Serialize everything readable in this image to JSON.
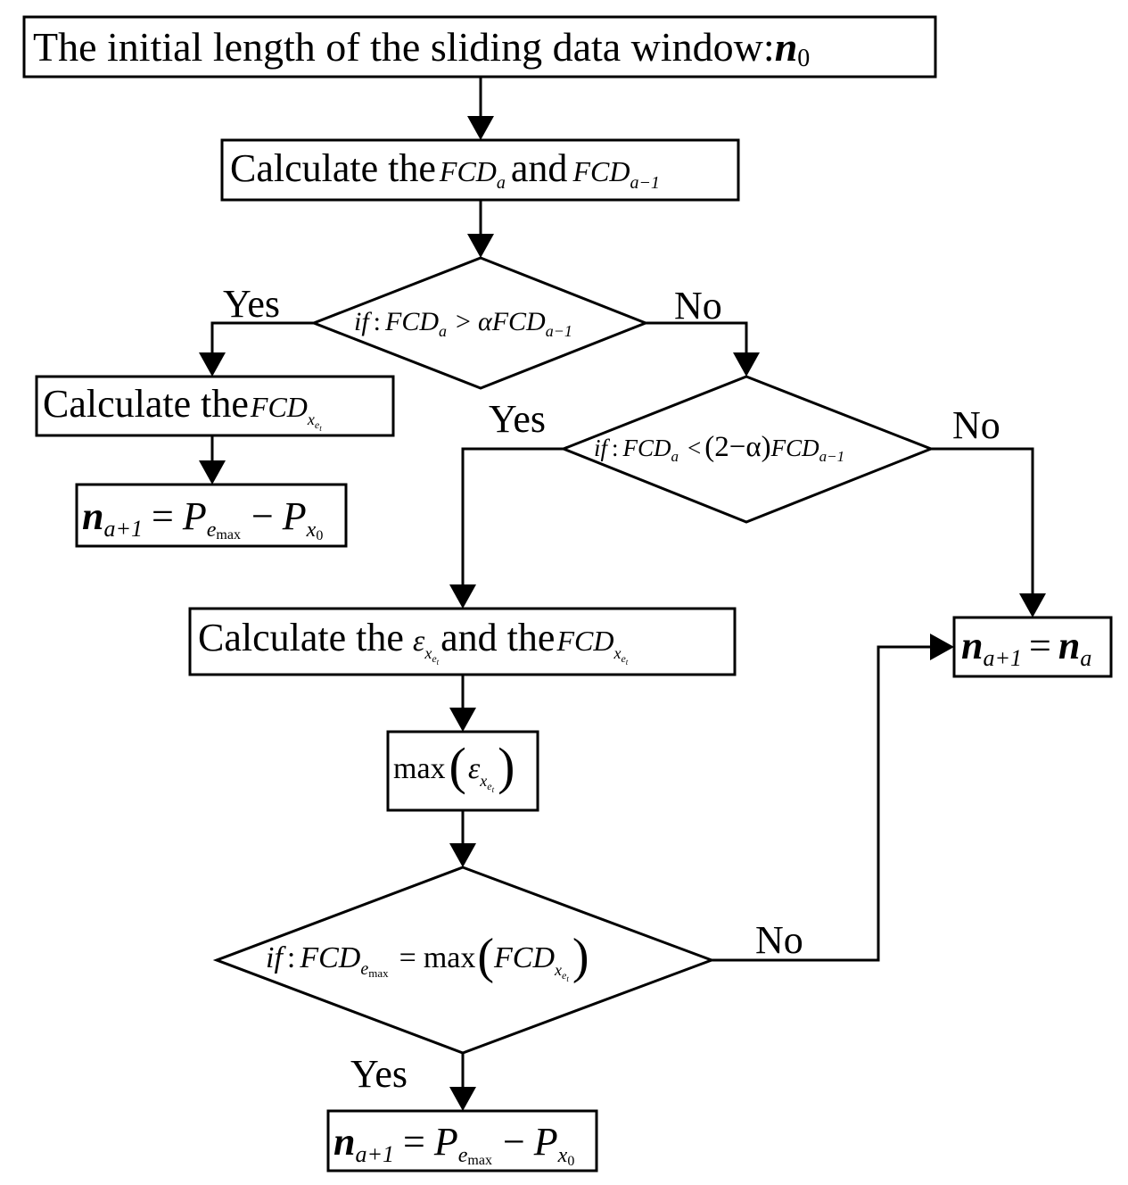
{
  "nodes": {
    "start": {
      "text": "The initial length of the sliding data window:",
      "var": "n",
      "sub": "0"
    },
    "calc1": {
      "pre": "Calculate the",
      "fcd": "FCD",
      "sub_a": "a",
      "and": "and",
      "sub_a1": "a−1"
    },
    "d1": {
      "if": "if",
      "colon": ":",
      "fcd": "FCD",
      "sub_a": "a",
      "op": ">",
      "alpha": "α",
      "sub_a1": "a−1"
    },
    "calc_left": {
      "pre": "Calculate the",
      "fcd": "FCD",
      "sub_x": "x",
      "sub_e": "e",
      "sub_t": "t"
    },
    "n_left": {
      "n": "n",
      "sub_a1": "a+1",
      "eq": "=",
      "P": "P",
      "sub_e": "e",
      "sub_max": "max",
      "minus": "−",
      "sub_x": "x",
      "sub_0": "0"
    },
    "d2": {
      "if": "if",
      "colon": ":",
      "fcd": "FCD",
      "sub_a": "a",
      "op": "<",
      "paren": "(2−α)",
      "sub_a1": "a−1"
    },
    "calc_eps": {
      "pre": "Calculate the",
      "eps": "ε",
      "and_the": "and the",
      "fcd": "FCD",
      "sub_x": "x",
      "sub_e": "e",
      "sub_t": "t"
    },
    "n_right": {
      "n": "n",
      "sub_a1": "a+1",
      "eq": "=",
      "sub_a": "a"
    },
    "maxeps": {
      "max": "max",
      "lp": "(",
      "eps": "ε",
      "sub_x": "x",
      "sub_e": "e",
      "sub_t": "t",
      "rp": ")"
    },
    "d3": {
      "if": "if",
      "colon": ":",
      "fcd": "FCD",
      "sub_e": "e",
      "sub_max": "max",
      "eq": "=",
      "max": "max",
      "lp": "(",
      "sub_x": "x",
      "sub_t": "t",
      "rp": ")"
    },
    "n_bottom": {
      "n": "n",
      "sub_a1": "a+1",
      "eq": "=",
      "P": "P",
      "sub_e": "e",
      "sub_max": "max",
      "minus": "−",
      "sub_x": "x",
      "sub_0": "0"
    }
  },
  "edges": {
    "yes1": "Yes",
    "no1": "No",
    "yes2": "Yes",
    "no2": "No",
    "no3": "No",
    "yes3": "Yes"
  }
}
